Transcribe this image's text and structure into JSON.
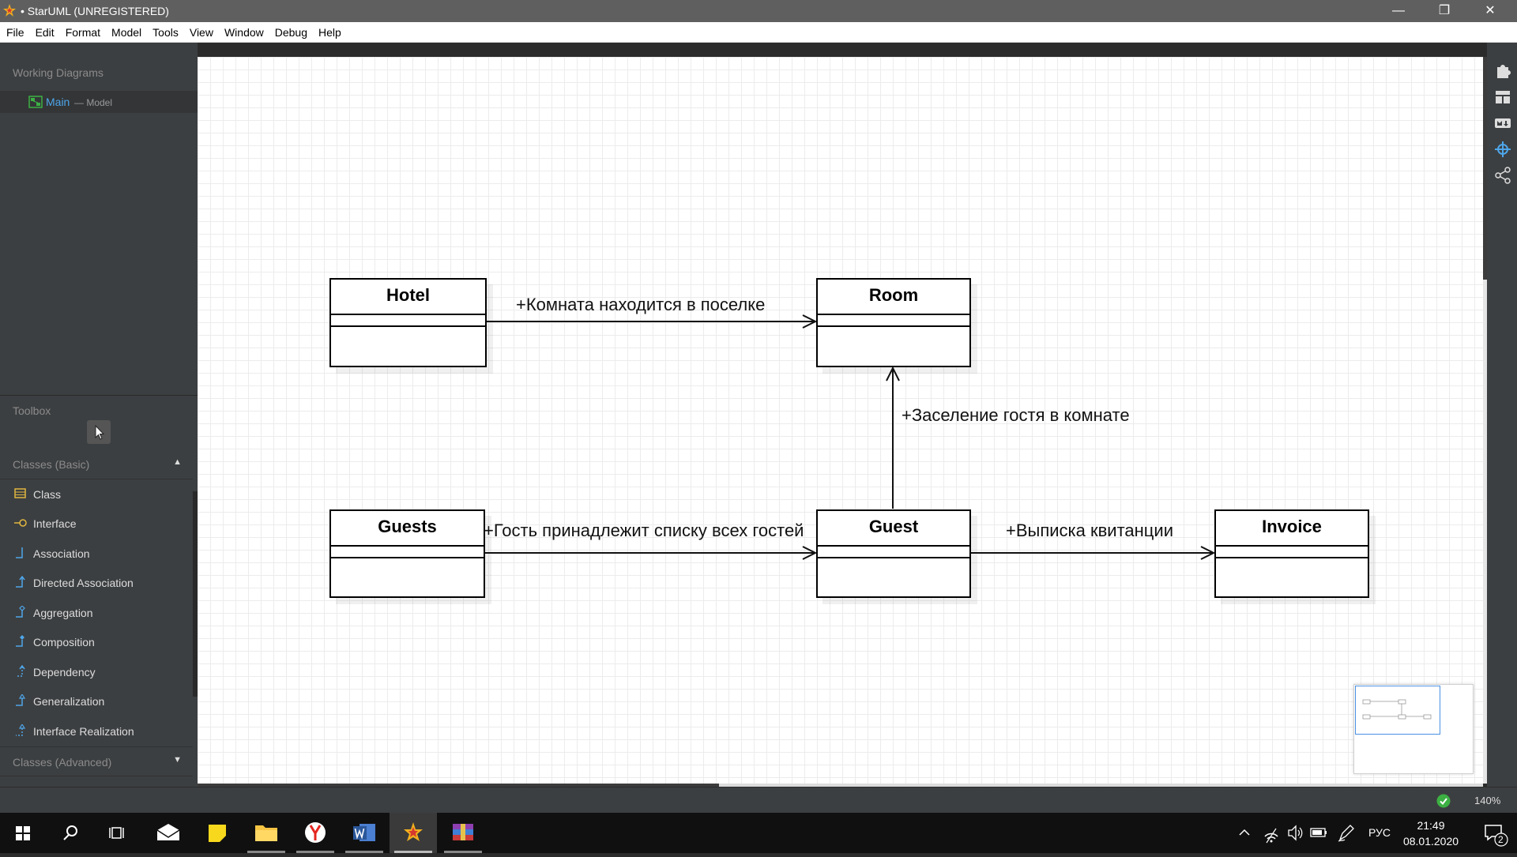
{
  "window": {
    "title": "• StarUML (UNREGISTERED)",
    "controls": [
      "—",
      "❐",
      "✕"
    ]
  },
  "menu": [
    "File",
    "Edit",
    "Format",
    "Model",
    "Tools",
    "View",
    "Window",
    "Debug",
    "Help"
  ],
  "working_diagrams": {
    "title": "Working Diagrams",
    "item_name": "Main",
    "item_sub": "— Model"
  },
  "toolbox": {
    "title": "Toolbox",
    "group_basic": "Classes (Basic)",
    "items": [
      "Class",
      "Interface",
      "Association",
      "Directed Association",
      "Aggregation",
      "Composition",
      "Dependency",
      "Generalization",
      "Interface Realization"
    ],
    "group_advanced": "Classes (Advanced)"
  },
  "diagram": {
    "classes": {
      "hotel": "Hotel",
      "room": "Room",
      "guests": "Guests",
      "guest": "Guest",
      "invoice": "Invoice"
    },
    "labels": {
      "hotel_room": "+Комната находится в поселке",
      "guest_room": "+Заселение гостя в комнате",
      "guests_guest": "+Гость принадлежит списку всех гостей",
      "guest_invoice": "+Выписка квитанции"
    }
  },
  "status": {
    "zoom": "140%"
  },
  "taskbar": {
    "lang": "РУС",
    "time": "21:49",
    "date": "08.01.2020",
    "notifications": "2"
  },
  "colors": {
    "accent_blue": "#4ea6ea",
    "panel": "#3c3f41",
    "title_bar": "#5f5f5f",
    "ok_green": "#3cb043"
  }
}
